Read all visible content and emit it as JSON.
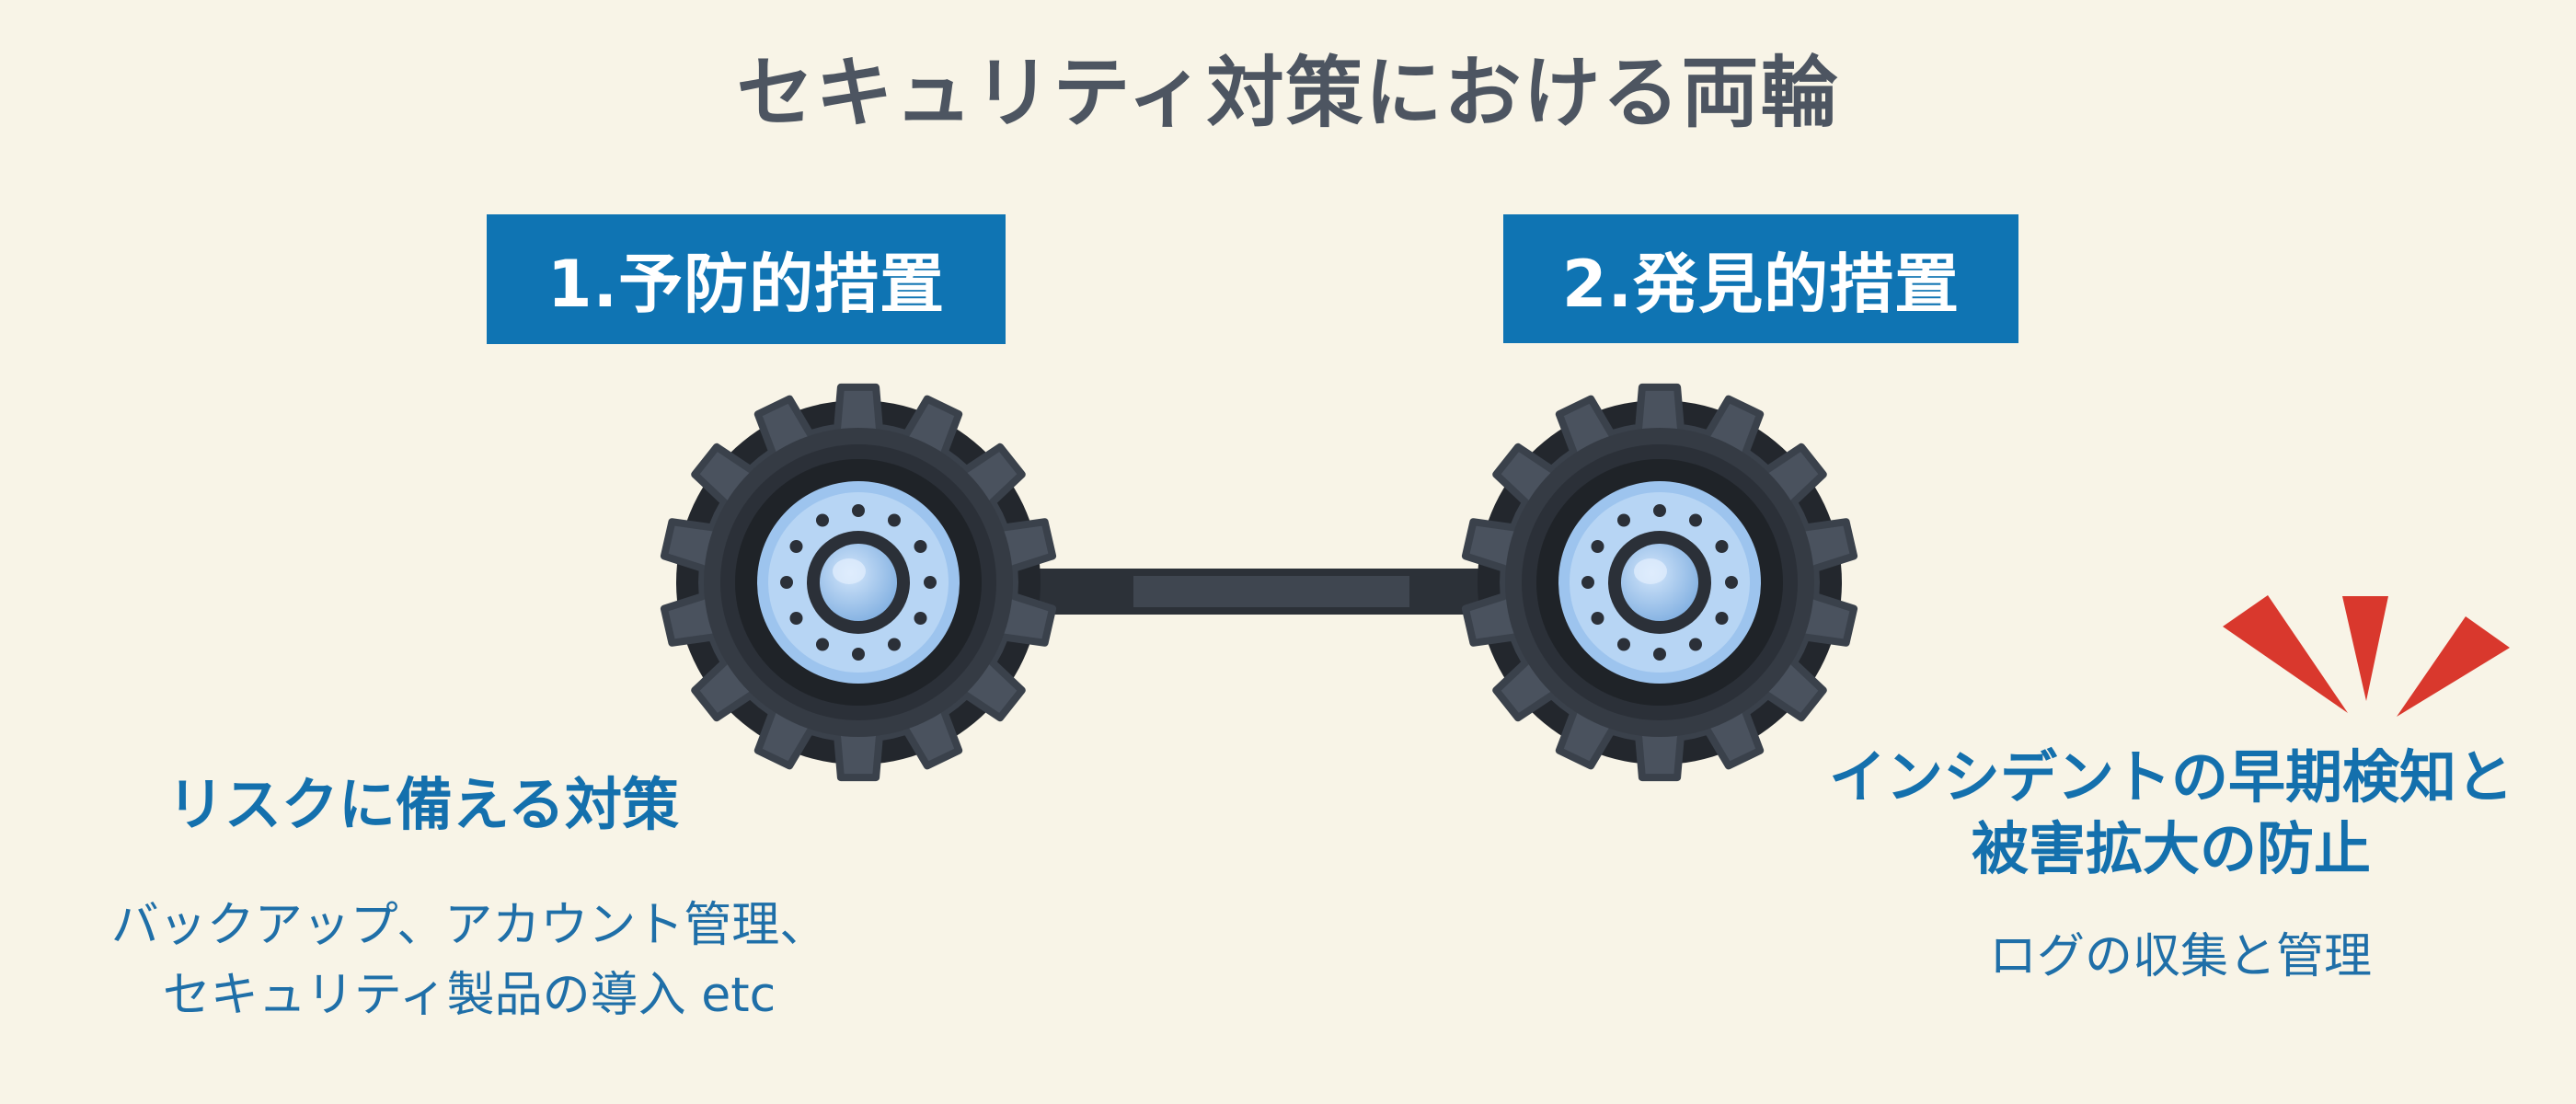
{
  "title": "セキュリティ対策における両輪",
  "labels": {
    "preventive": "1.予防的措置",
    "detective": "2.発見的措置"
  },
  "left": {
    "heading": "リスクに備える対策",
    "desc_line1": "バックアップ、アカウント管理、",
    "desc_line2": "セキュリティ製品の導入 etc"
  },
  "right": {
    "heading_line1": "インシデントの早期検知と",
    "heading_line2": "被害拡大の防止",
    "desc": "ログの収集と管理"
  },
  "colors": {
    "background": "#f8f4e7",
    "title": "#4d5561",
    "label_box": "#0f74b3",
    "accent_text": "#1470ad",
    "tire": "#3a414b",
    "hub": "#9dc4ee",
    "alert": "#d9382d"
  },
  "icons": [
    "wheel-left-icon",
    "wheel-right-icon",
    "axle-icon",
    "alert-burst-icon"
  ]
}
